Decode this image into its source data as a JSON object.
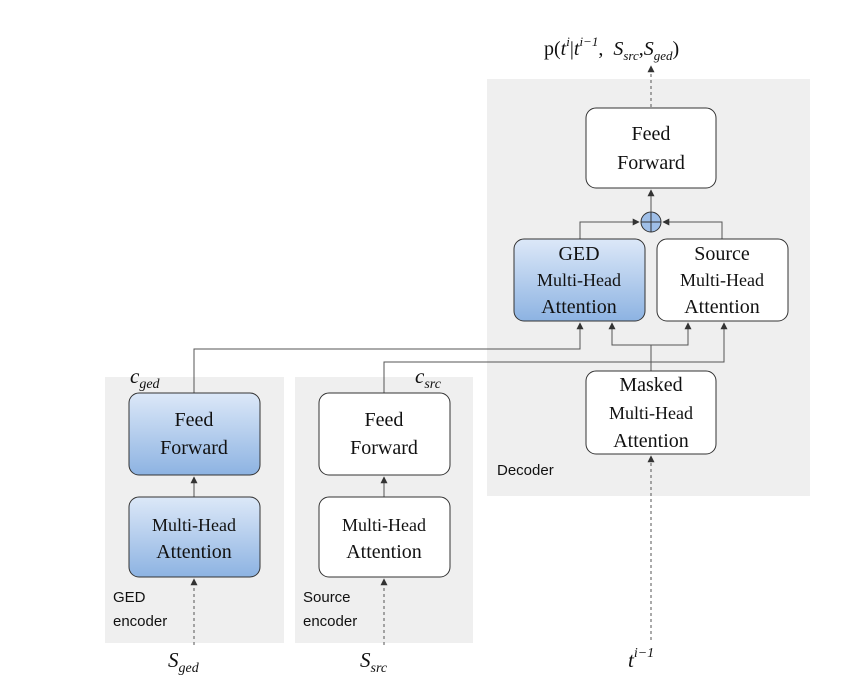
{
  "output_expr": {
    "prefix": "p(",
    "t": "t",
    "t_sup": "i",
    "bar": "|",
    "t2": "t",
    "t2_sup": "i−1",
    "comma": ",",
    "s1": "S",
    "s1_sub": "src",
    "comma2": ",",
    "s2": "S",
    "s2_sub": "ged",
    "suffix": ")"
  },
  "decoder": {
    "label": "Decoder",
    "feed_forward": {
      "line1": "Feed",
      "line2": "Forward"
    },
    "ged_attention": {
      "line1": "GED",
      "line2": "Multi-Head",
      "line3": "Attention"
    },
    "source_attention": {
      "line1": "Source",
      "line2": "Multi-Head",
      "line3": "Attention"
    },
    "masked_attention": {
      "line1": "Masked",
      "line2": "Multi-Head",
      "line3": "Attention"
    },
    "input": {
      "base": "t",
      "sup": "i−1"
    }
  },
  "ged_encoder": {
    "label_line1": "GED",
    "label_line2": "encoder",
    "feed_forward": {
      "line1": "Feed",
      "line2": "Forward"
    },
    "attention": {
      "line1": "Multi-Head",
      "line2": "Attention"
    },
    "output": {
      "base": "c",
      "sub": "ged"
    },
    "input": {
      "base": "S",
      "sub": "ged"
    }
  },
  "source_encoder": {
    "label_line1": "Source",
    "label_line2": "encoder",
    "feed_forward": {
      "line1": "Feed",
      "line2": "Forward"
    },
    "attention": {
      "line1": "Multi-Head",
      "line2": "Attention"
    },
    "output": {
      "base": "c",
      "sub": "src"
    },
    "input": {
      "base": "S",
      "sub": "src"
    }
  },
  "colors": {
    "panel": "#efefef",
    "blue_top": "#dce8f8",
    "blue_bottom": "#8db3e2",
    "block_border": "#333333",
    "plus_fill": "#9fbfe8"
  }
}
